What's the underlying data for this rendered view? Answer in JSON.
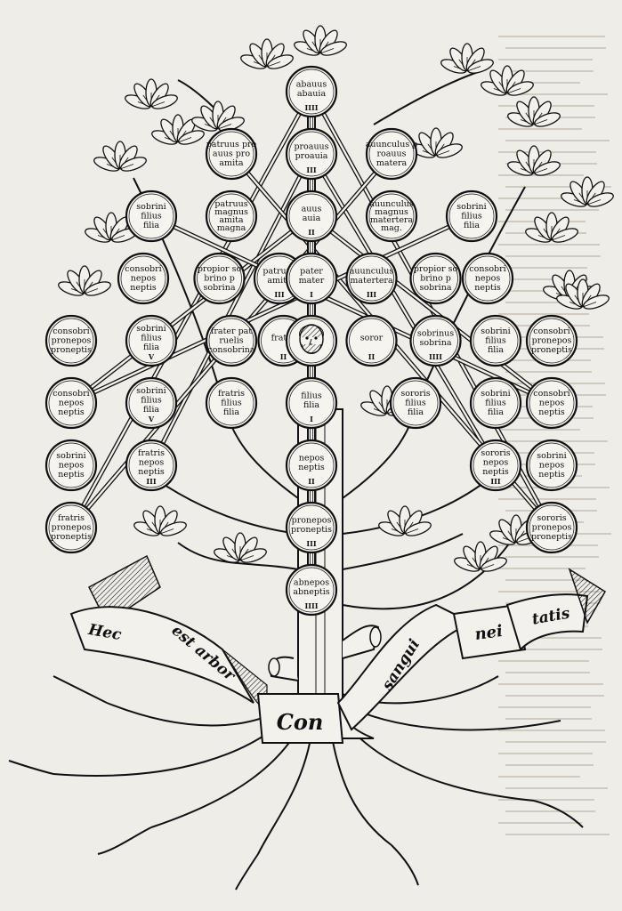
{
  "figure": {
    "banner_words": [
      "Hec",
      "est arbor",
      "Con",
      "sangui",
      "nei",
      "tatis"
    ]
  },
  "medallions": [
    {
      "id": "abauus",
      "lines": [
        "abauus",
        "abauia"
      ],
      "numeral": "IIII",
      "col": 3,
      "row": 0
    },
    {
      "id": "patruus-proauus",
      "lines": [
        "patruus pro",
        "auus pro",
        "amita"
      ],
      "numeral": "",
      "col": 2,
      "row": 1
    },
    {
      "id": "proauus",
      "lines": [
        "proauus",
        "proauia"
      ],
      "numeral": "III",
      "col": 3,
      "row": 1
    },
    {
      "id": "avunculus-proauus",
      "lines": [
        "auunculus p",
        "roauus",
        "matera"
      ],
      "numeral": "",
      "col": 4,
      "row": 1
    },
    {
      "id": "sobrini-filius-l",
      "lines": [
        "sobrini",
        "filius",
        "filia"
      ],
      "numeral": "",
      "col": 1,
      "row": 2
    },
    {
      "id": "patruus-magnus",
      "lines": [
        "patruus",
        "magnus",
        "amita",
        "magna"
      ],
      "numeral": "",
      "col": 2,
      "row": 2
    },
    {
      "id": "auus",
      "lines": [
        "auus",
        "auia"
      ],
      "numeral": "II",
      "col": 3,
      "row": 2
    },
    {
      "id": "avunculus-magnus",
      "lines": [
        "auunculus",
        "magnus",
        "matertera",
        "mag."
      ],
      "numeral": "",
      "col": 4,
      "row": 2
    },
    {
      "id": "sobrini-filius-r",
      "lines": [
        "sobrini",
        "filius",
        "filia"
      ],
      "numeral": "",
      "col": 5,
      "row": 2
    },
    {
      "id": "consobrini-nepos-l",
      "lines": [
        "consobri",
        "nepos",
        "neptis"
      ],
      "numeral": "",
      "col": 0.9,
      "row": 3
    },
    {
      "id": "propior-sobrino-l",
      "lines": [
        "propior so",
        "brino p",
        "sobrina"
      ],
      "numeral": "",
      "col": 1.85,
      "row": 3
    },
    {
      "id": "patruus",
      "lines": [
        "patruus",
        "amita"
      ],
      "numeral": "III",
      "col": 2.6,
      "row": 3
    },
    {
      "id": "pater",
      "lines": [
        "pater",
        "mater"
      ],
      "numeral": "I",
      "col": 3,
      "row": 3
    },
    {
      "id": "avunculus",
      "lines": [
        "auunculus",
        "matertera"
      ],
      "numeral": "III",
      "col": 3.75,
      "row": 3
    },
    {
      "id": "propior-sobrino-r",
      "lines": [
        "propior so",
        "brino p",
        "sobrina"
      ],
      "numeral": "",
      "col": 4.55,
      "row": 3
    },
    {
      "id": "consobrini-nepos-r",
      "lines": [
        "consobri",
        "nepos",
        "neptis"
      ],
      "numeral": "",
      "col": 5.2,
      "row": 3
    },
    {
      "id": "consobrini-pronepos-l",
      "lines": [
        "consobri",
        "pronepos",
        "proneptis"
      ],
      "numeral": "",
      "col": 0,
      "row": 4
    },
    {
      "id": "sobrini-filius-l2",
      "lines": [
        "sobrini",
        "filius",
        "filia"
      ],
      "numeral": "V",
      "col": 1,
      "row": 4
    },
    {
      "id": "fratres-patrueles",
      "lines": [
        "frater pat",
        "ruelis",
        "consobrina"
      ],
      "numeral": "",
      "col": 2,
      "row": 4
    },
    {
      "id": "frater",
      "lines": [
        "frater"
      ],
      "numeral": "II",
      "col": 2.65,
      "row": 4
    },
    {
      "id": "ego",
      "lines": [],
      "numeral": "",
      "col": 3,
      "row": 4
    },
    {
      "id": "soror",
      "lines": [
        "soror"
      ],
      "numeral": "II",
      "col": 3.75,
      "row": 4
    },
    {
      "id": "sobrinus",
      "lines": [
        "sobrinus",
        "sobrina"
      ],
      "numeral": "IIII",
      "col": 4.55,
      "row": 4
    },
    {
      "id": "sobrini-filius-r2",
      "lines": [
        "sobrini",
        "filius",
        "filia"
      ],
      "numeral": "",
      "col": 5.3,
      "row": 4
    },
    {
      "id": "consobrini-pronepos-r",
      "lines": [
        "consobri",
        "pronepos",
        "proneptis"
      ],
      "numeral": "",
      "col": 6,
      "row": 4
    },
    {
      "id": "consobrini-nepos-l2",
      "lines": [
        "consobri",
        "nepos",
        "neptis"
      ],
      "numeral": "",
      "col": 0,
      "row": 5
    },
    {
      "id": "sobrini-filius-l3",
      "lines": [
        "sobrini",
        "filius",
        "filia"
      ],
      "numeral": "V",
      "col": 1,
      "row": 5
    },
    {
      "id": "fratris-filius-l",
      "lines": [
        "fratris",
        "filius",
        "filia"
      ],
      "numeral": "",
      "col": 2,
      "row": 5
    },
    {
      "id": "filius",
      "lines": [
        "filius",
        "filia"
      ],
      "numeral": "I",
      "col": 3,
      "row": 5
    },
    {
      "id": "sororis-filius-r",
      "lines": [
        "sororis",
        "filius",
        "filia"
      ],
      "numeral": "",
      "col": 4.3,
      "row": 5
    },
    {
      "id": "sobrini-filius-r3",
      "lines": [
        "sobrini",
        "filius",
        "filia"
      ],
      "numeral": "",
      "col": 5.3,
      "row": 5
    },
    {
      "id": "consobrini-nepos-r2",
      "lines": [
        "consobri",
        "nepos",
        "neptis"
      ],
      "numeral": "",
      "col": 6,
      "row": 5
    },
    {
      "id": "consobrini-nepos-l3",
      "lines": [
        "sobrini",
        "nepos",
        "neptis"
      ],
      "numeral": "",
      "col": 0,
      "row": 6
    },
    {
      "id": "fratris-nepos-l",
      "lines": [
        "fratris",
        "nepos",
        "neptis"
      ],
      "numeral": "III",
      "col": 1,
      "row": 6
    },
    {
      "id": "nepos",
      "lines": [
        "nepos",
        "neptis"
      ],
      "numeral": "II",
      "col": 3,
      "row": 6
    },
    {
      "id": "sororis-nepos-r",
      "lines": [
        "sororis",
        "nepos",
        "neptis"
      ],
      "numeral": "III",
      "col": 5.3,
      "row": 6
    },
    {
      "id": "consobrini-nepos-r3",
      "lines": [
        "sobrini",
        "nepos",
        "neptis"
      ],
      "numeral": "",
      "col": 6,
      "row": 6
    },
    {
      "id": "fratris-pronepos-l",
      "lines": [
        "fratris",
        "pronepos",
        "proneptis"
      ],
      "numeral": "",
      "col": 0,
      "row": 7
    },
    {
      "id": "pronepos",
      "lines": [
        "pronepos",
        "proneptis"
      ],
      "numeral": "III",
      "col": 3,
      "row": 7
    },
    {
      "id": "sororis-pronepos-r",
      "lines": [
        "sororis",
        "pronepos",
        "proneptis"
      ],
      "numeral": "",
      "col": 6,
      "row": 7
    },
    {
      "id": "abnepos",
      "lines": [
        "abnepos",
        "abneptis"
      ],
      "numeral": "IIII",
      "col": 3,
      "row": 8
    }
  ]
}
